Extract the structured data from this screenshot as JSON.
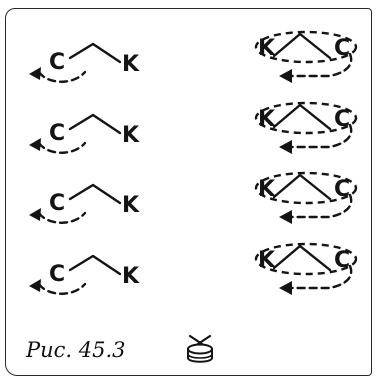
{
  "rows": [
    {
      "left": {
        "c": "C",
        "k": "K"
      },
      "right": {
        "k": "K",
        "c": "C"
      }
    },
    {
      "left": {
        "c": "C",
        "k": "K"
      },
      "right": {
        "k": "K",
        "c": "C"
      }
    },
    {
      "left": {
        "c": "C",
        "k": "K"
      },
      "right": {
        "k": "K",
        "c": "C"
      }
    },
    {
      "left": {
        "c": "C",
        "k": "K"
      },
      "right": {
        "k": "K",
        "c": "C"
      }
    }
  ],
  "caption": "Рис. 45.3",
  "drum_icon": "drum-icon"
}
